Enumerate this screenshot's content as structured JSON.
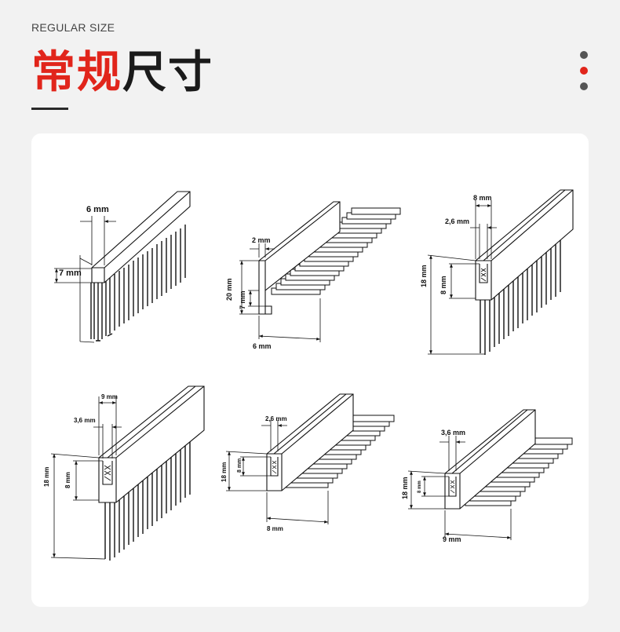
{
  "header": {
    "subtitle": "REGULAR SIZE",
    "title_red": "常规",
    "title_dark": "尺寸"
  },
  "colors": {
    "accent": "#e1251b",
    "dot_inactive": "#555555",
    "background": "#f2f2f2",
    "panel": "#ffffff"
  },
  "pager": {
    "active_index": 1,
    "count": 3
  },
  "diagrams": [
    {
      "name": "strip-brush-6mm",
      "labels": {
        "width": "6 mm",
        "height": "7 mm"
      }
    },
    {
      "name": "l-profile-brush",
      "labels": {
        "thickness": "2 mm",
        "height": "20 mm",
        "base": "7 mm",
        "width": "6 mm"
      }
    },
    {
      "name": "u-channel-brush-8mm",
      "labels": {
        "width": "8 mm",
        "inner": "2,6 mm",
        "height": "18 mm",
        "depth": "8 mm"
      }
    },
    {
      "name": "u-channel-brush-9mm",
      "labels": {
        "width": "9 mm",
        "inner": "3,6 mm",
        "height": "18 mm",
        "depth": "8 mm"
      }
    },
    {
      "name": "u-channel-flat-8mm",
      "labels": {
        "inner": "2,6 mm",
        "height": "18 mm",
        "depth": "8 mm",
        "width": "8 mm"
      }
    },
    {
      "name": "u-channel-flat-9mm",
      "labels": {
        "inner": "3,6 mm",
        "height": "18 mm",
        "depth": "8 mm",
        "width": "9 mm"
      }
    }
  ]
}
